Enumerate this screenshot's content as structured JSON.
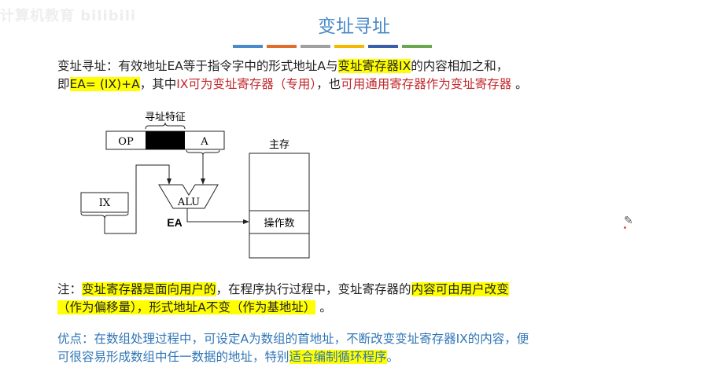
{
  "watermark": "计算机教育 bilibili",
  "title": "变址寻址",
  "title_bar_colors": [
    "#4a8ac9",
    "#e06c2e",
    "#a0a0a0",
    "#f5b800",
    "#3a5ea8",
    "#6aa84f"
  ],
  "para1": {
    "l1a": "变址寻址：有效地址EA等于指令字中的形式地址A与",
    "l1b": "变址寄存器IX",
    "l1c": "的内容相加之和，",
    "l2a": "即",
    "l2b": "EA= (IX)+A",
    "l2c": "，其中",
    "l2d": "IX可为变址寄存器（专用）",
    "l2e": "，也",
    "l2f": "可用通用寄存器作为变址寄存器",
    "l2g": " 。"
  },
  "diagram": {
    "feature_label": "寻址特征",
    "op": "OP",
    "a": "A",
    "ix": "IX",
    "alu": "ALU",
    "ea": "EA",
    "memory_label": "主存",
    "operand": "操作数"
  },
  "note": {
    "n1a": "注：",
    "n1b": "变址寄存器是面向用户的",
    "n1c": "，在程序执行过程中，",
    "n1d": "变址寄存器的",
    "n1e": "内容可由用户改变",
    "n2a": "（作为偏移量），形式地址A不变（作为基地址）",
    "n2b": " 。"
  },
  "advantage": {
    "a1": "优点：在数组处理过程中，可设定A为数组的首地址，不断改变变址寄存器IX的内容，便",
    "a2a": "可很容易形成数组中任一数据的地址，特别",
    "a2b": "适合编制循环程序",
    "a2c": "。"
  }
}
